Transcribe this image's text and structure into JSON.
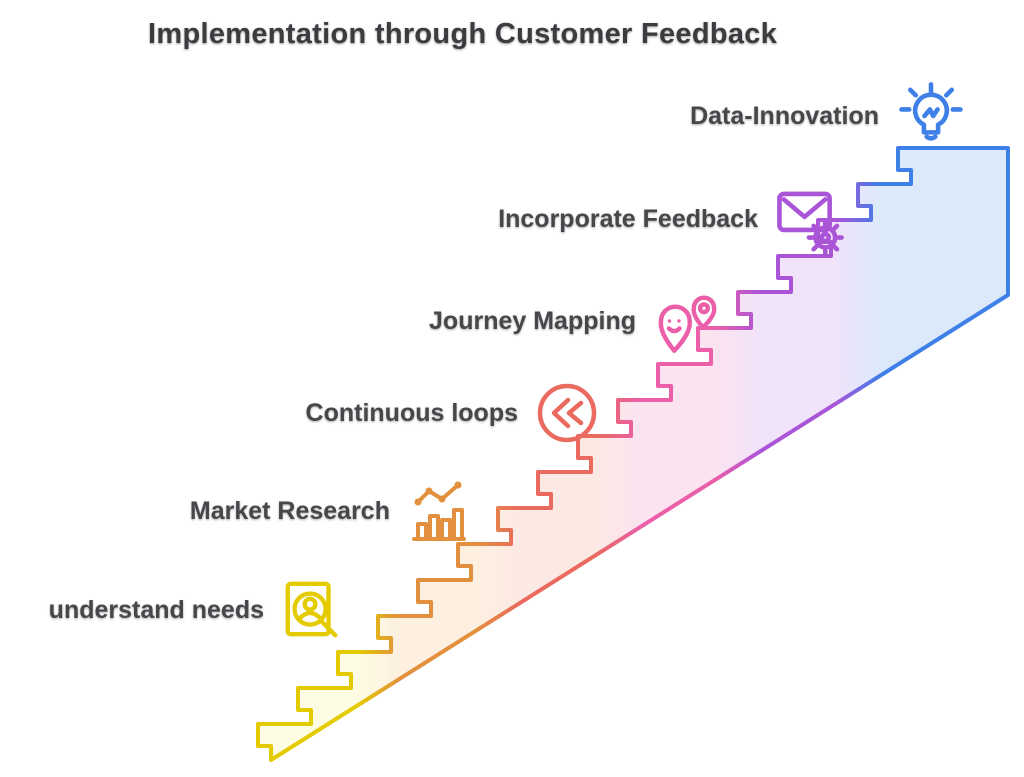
{
  "title": "Implementation through Customer Feedback",
  "steps": [
    {
      "label": "understand needs",
      "icon": "user-search-icon",
      "color": "#e3cb00",
      "fill": "#fefce3"
    },
    {
      "label": "Market Research",
      "icon": "analytics-icon",
      "color": "#e2903d",
      "fill": "#fdf0e0"
    },
    {
      "label": "Continuous loops",
      "icon": "rewind-circle-icon",
      "color": "#ea6a5f",
      "fill": "#fde9e4"
    },
    {
      "label": "Journey Mapping",
      "icon": "map-pins-icon",
      "color": "#ea5fa8",
      "fill": "#fbe3f0"
    },
    {
      "label": "Incorporate Feedback",
      "icon": "mail-gear-icon",
      "color": "#aa55d8",
      "fill": "#f0e3fa"
    },
    {
      "label": "Data-Innovation",
      "icon": "lightbulb-icon",
      "color": "#3f7fe8",
      "fill": "#dce9fb"
    }
  ]
}
